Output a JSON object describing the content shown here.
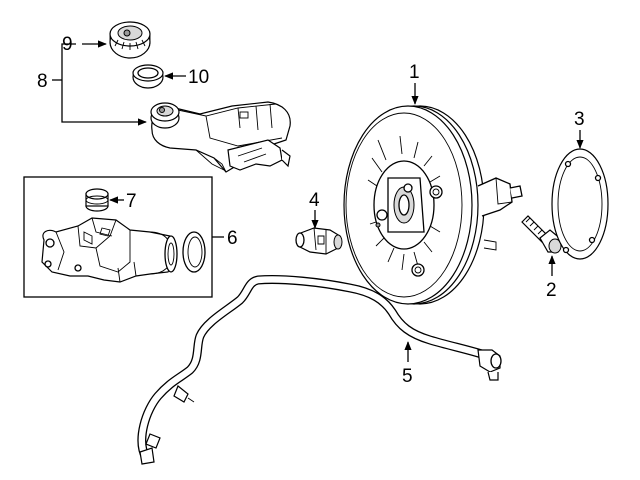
{
  "callouts": {
    "c1": "1",
    "c2": "2",
    "c3": "3",
    "c4": "4",
    "c5": "5",
    "c6": "6",
    "c7": "7",
    "c8": "8",
    "c9": "9",
    "c10": "10"
  },
  "colors": {
    "line": "#000000",
    "background": "#ffffff",
    "shade": "#d9d9d9"
  }
}
